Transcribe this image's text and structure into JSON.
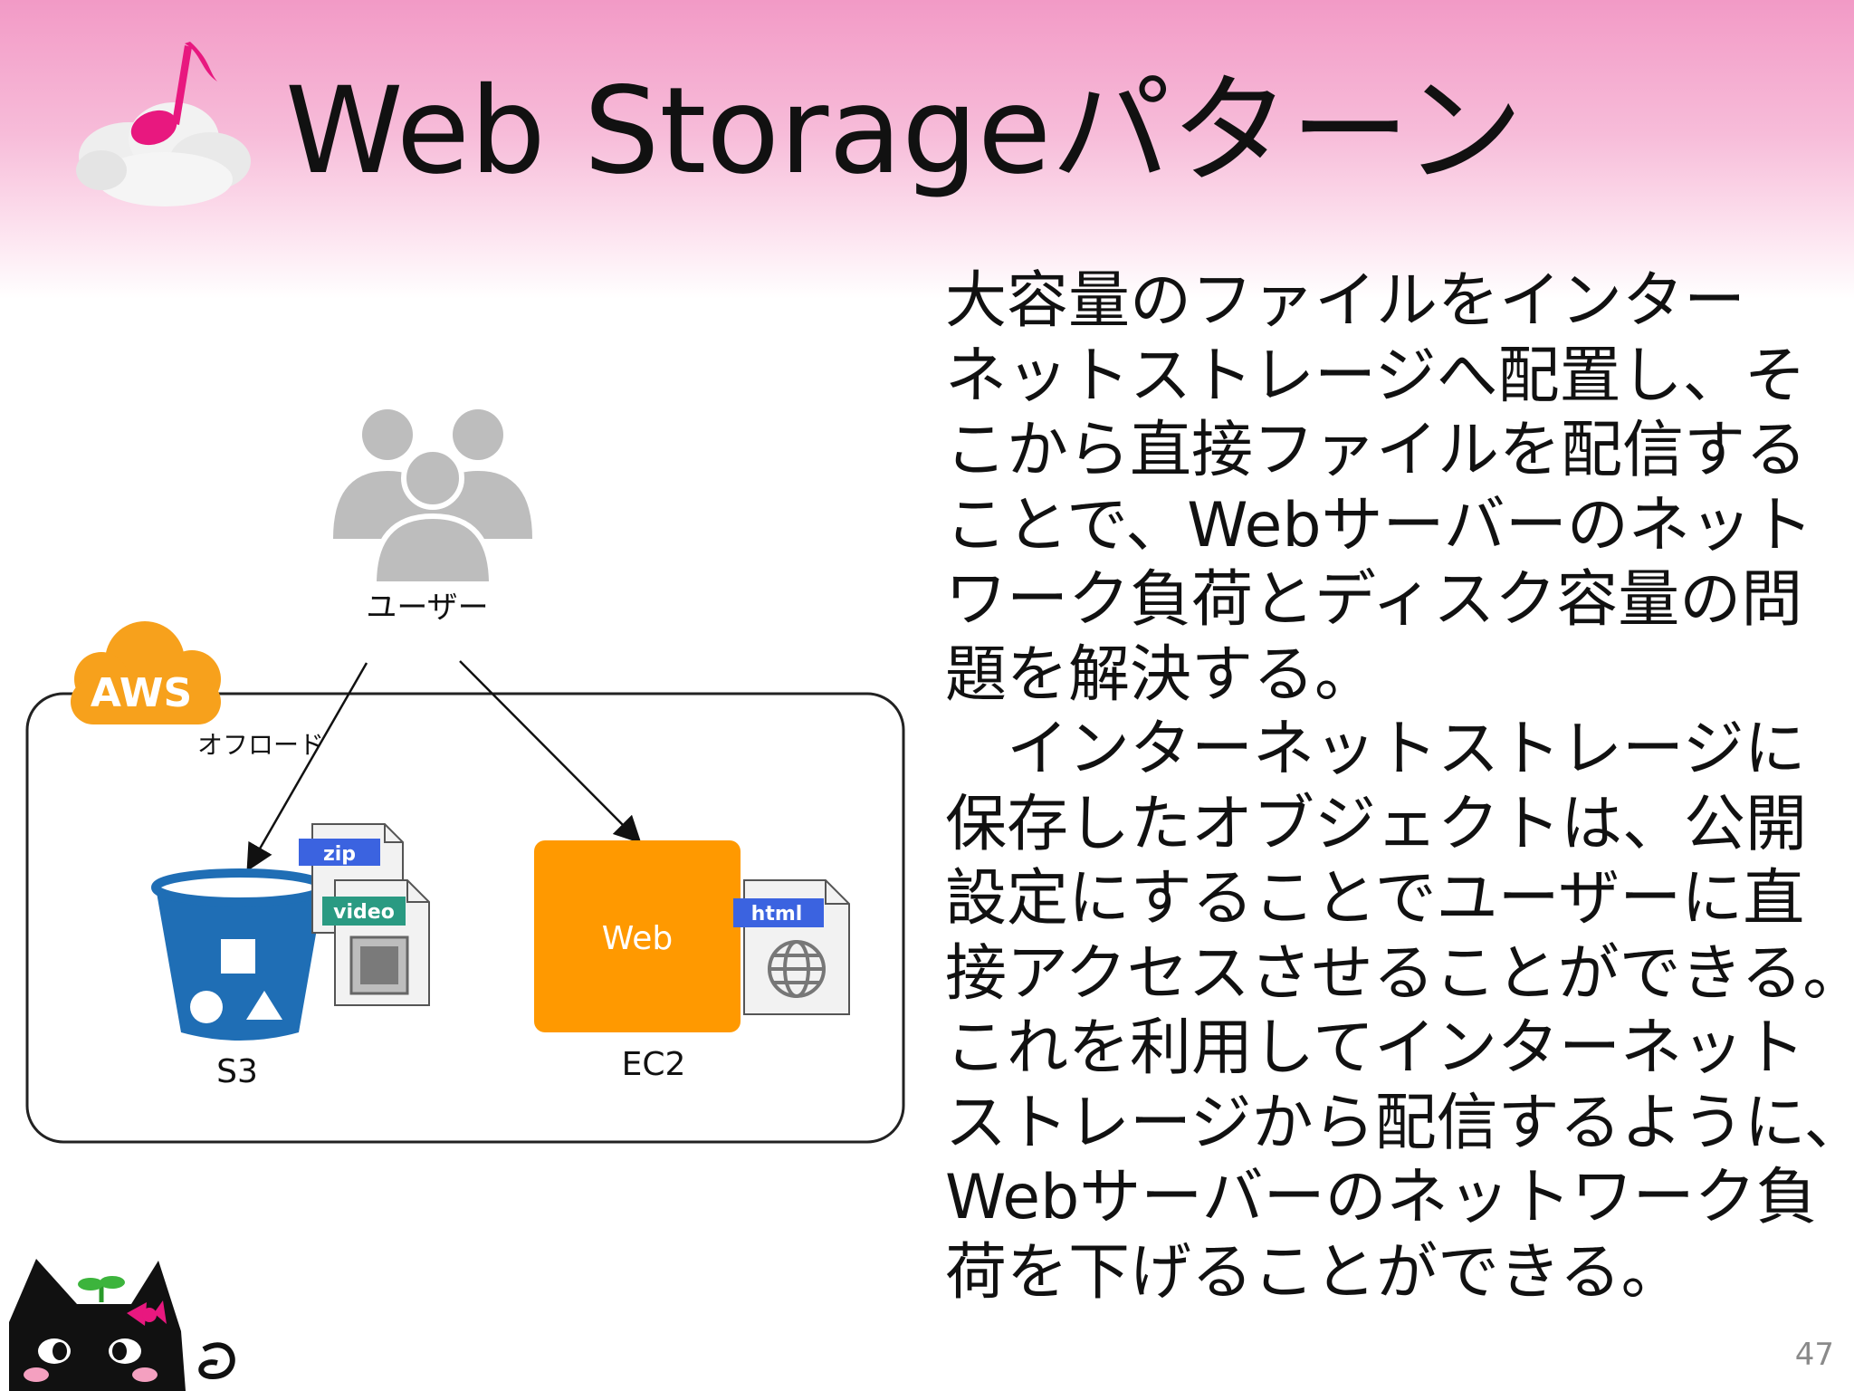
{
  "slide": {
    "title": "Web Storageパターン",
    "page_number": "47"
  },
  "diagram": {
    "users_label": "ユーザー",
    "cloud_label": "AWS",
    "offload_label": "オフロード",
    "s3_label": "S3",
    "ec2_label": "EC2",
    "web_label": "Web",
    "zip_tag": "zip",
    "video_tag": "video",
    "html_tag": "html",
    "colors": {
      "aws_orange": "#f7a11c",
      "web_orange": "#ff9900",
      "s3_blue": "#1f6eb5",
      "user_gray": "#bdbdbd"
    }
  },
  "body": {
    "lines": [
      "大容量のファイルをインター",
      "ネットストレージへ配置し、そ",
      "こから直接ファイルを配信する",
      "ことで、Webサーバーのネット",
      "ワーク負荷とディスク容量の問",
      "題を解決する。",
      "　インターネットストレージに",
      "保存したオブジェクトは、公開",
      "設定にすることでユーザーに直",
      "接アクセスさせることができる。",
      "これを利用してインターネット",
      "ストレージから配信するように、",
      "Webサーバーのネットワーク負",
      "荷を下げることができる。"
    ]
  }
}
